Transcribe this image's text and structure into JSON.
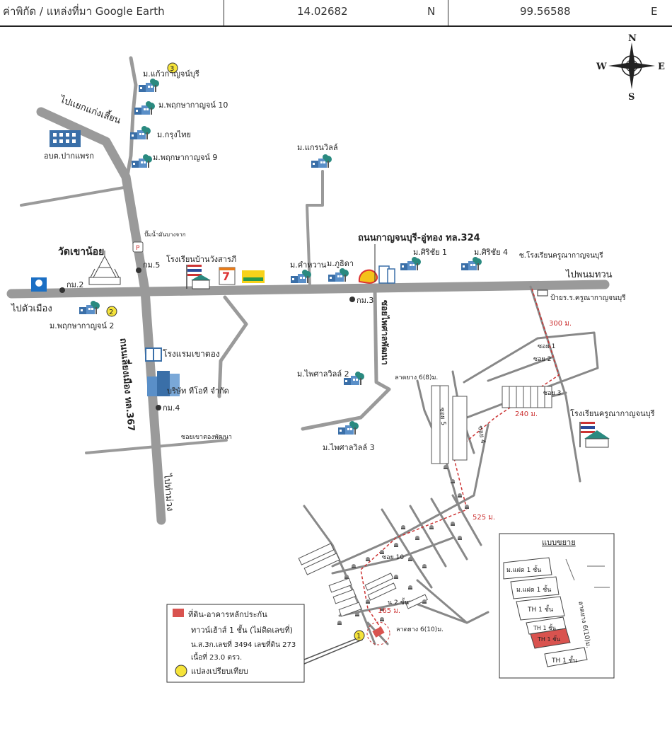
{
  "header": {
    "label": "ค่าพิกัด / แหล่งที่มา Google Earth",
    "lat": "14.02682",
    "lat_dir": "N",
    "lon": "99.56588",
    "lon_dir": "E"
  },
  "compass": {
    "n": "N",
    "s": "S",
    "e": "E",
    "w": "W"
  },
  "labels": {
    "to_kaeng_sian": "ไปแยกแก่งเสี้ยน",
    "obt": "อบต.ปากแพรก",
    "mb_kaew": "ม.แก้วกาญจน์บุรี",
    "mb_pruksa10": "ม.พฤกษากาญจน์ 10",
    "mb_krungthai": "ม.กรุงไทย",
    "mb_pruksa9": "ม.พฤกษากาญจน์ 9",
    "mb_grand": "ม.แกรนวิลล์",
    "gas_station": "ปั๊มน้ำมันบางจาก",
    "wat": "วัดเขาน้อย",
    "km5": "กม.5",
    "km2": "กม.2",
    "km3": "กม.3",
    "km4": "กม.4",
    "school_ban": "โรงเรียนบ้านวังสารภี",
    "road324": "ถนนกาญจนบุรี-อู่ทอง ทล.324",
    "mb_kamwan": "ม.คำหวาน",
    "mb_phuthida": "ม.ภูธิดา",
    "mb_sirichai1": "ม.ศิริชัย 1",
    "mb_sirichai4": "ม.ศิริชัย 4",
    "soi_school": "ซ.โรงเรียนครูณากาญจนบุรี",
    "to_phanom": "ไปพนมทวน",
    "sign_school": "ป้ายร.ร.ครูณากาญจนบุรี",
    "to_city": "ไปตัวเมือง",
    "mb_pruksa2": "ม.พฤกษากาญจน์ 2",
    "hotel": "โรงแรมเขาตอง",
    "company": "บริษัท ทีโอที จำกัด",
    "road367": "ถนนเลี่ยงเมือง ทล.367",
    "soi_khaotong": "ซอยเขาตองพัฒนา",
    "to_thamuang": "ไปท่าม่วง",
    "soi_phaisan": "ซอยไพศาลพัฒนา",
    "mb_phaisan2": "ม.ไพศาลวิลล์ 2",
    "mb_phaisan3": "ม.ไพศาลวิลล์ 3",
    "lat_way6": "ลาดยาง 6(8)ม.",
    "soi1": "ซอย 1",
    "soi2": "ซอย 2",
    "soi3": "ซอย 3",
    "soi4": "ซอย 4",
    "soi5": "ซอย 5",
    "soi10": "ซอย 10",
    "dist300": "300 ม.",
    "dist240": "240 ม.",
    "dist525": "525 ม.",
    "dist165": "165 ม.",
    "school_kruna": "โรงเรียนครูณากาญจนบุรี",
    "two_storey": "น.2 ชั้น",
    "lat_way6_10": "ลาดยาง 6(10)ม.",
    "marker1": "1",
    "marker2": "2",
    "marker3": "3"
  },
  "legend": {
    "line1": "ที่ดิน-อาคารหลักประกัน",
    "line2": "ทาวน์เฮ้าส์ 1 ชั้น (ไม่ติดเลขที่)",
    "line3": "น.ส.3ก.เลขที่ 3494 เลขที่ดิน 273",
    "line4": "เนื้อที่ 23.0 ตรว.",
    "line5": "แปลงเปรียบเทียบ"
  },
  "inset": {
    "title": "แบบขยาย",
    "r1": "ม.แฝด 1 ชั้น",
    "r2": "ม.แฝด 1 ชั้น",
    "r3": "TH 1 ชั้น",
    "r4": "TH 1 ชั้น",
    "r5": "TH 1 ชั้น",
    "r6": "TH 1 ชั้น",
    "road": "ลาดยาง 6(10)ม."
  },
  "colors": {
    "road": "#9a9a9a",
    "marker": "#f5e33a",
    "subject": "#d9534f",
    "red_dash": "#cc3333",
    "tree": "#2a8a80",
    "building": "#3a6fa8"
  }
}
